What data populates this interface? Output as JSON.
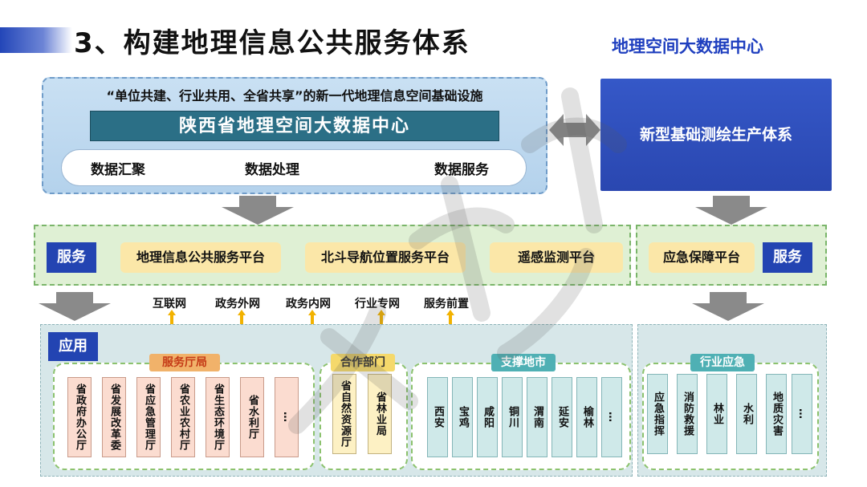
{
  "header": {
    "title": "3、构建地理信息公共服务体系",
    "corner_title": "地理空间大数据中心"
  },
  "center": {
    "subtitle": "“单位共建、行业共用、全省共享”的新一代地理信息空间基础设施",
    "name": "陕西省地理空间大数据中心",
    "functions": [
      "数据汇聚",
      "数据处理",
      "数据服务"
    ]
  },
  "right_system": {
    "label": "新型基础测绘生产体系"
  },
  "service": {
    "label": "服务",
    "platforms": [
      "地理信息公共服务平台",
      "北斗导航位置服务平台",
      "遥感监测平台"
    ],
    "right_platform": "应急保障平台",
    "right_label": "服务"
  },
  "networks": [
    "互联网",
    "政务外网",
    "政务内网",
    "行业专网",
    "服务前置"
  ],
  "application": {
    "label": "应用",
    "groups": [
      {
        "tag": "服务厅局",
        "items": [
          "省政府办公厅",
          "省发展改革委",
          "省应急管理厅",
          "省农业农村厅",
          "省生态环境厅",
          "省水利厅",
          "…"
        ]
      },
      {
        "tag": "合作部门",
        "items": [
          "省自然资源厅",
          "省林业局"
        ]
      },
      {
        "tag": "支撑地市",
        "items": [
          "西安",
          "宝鸡",
          "咸阳",
          "铜川",
          "渭南",
          "延安",
          "榆林",
          "…"
        ]
      },
      {
        "tag": "行业应急",
        "items": [
          "应急指挥",
          "消防救援",
          "林业",
          "水利",
          "地质灾害",
          "…"
        ]
      }
    ]
  },
  "colors": {
    "accent_blue": "#2344b2",
    "title_blue": "#1f3fbf",
    "service_band": "#dff0d4",
    "app_band": "#d7e7e9"
  },
  "icons": [
    "bidirectional-arrow-icon",
    "down-arrow-icon",
    "up-down-arrow-icon",
    "watermark-logo"
  ]
}
